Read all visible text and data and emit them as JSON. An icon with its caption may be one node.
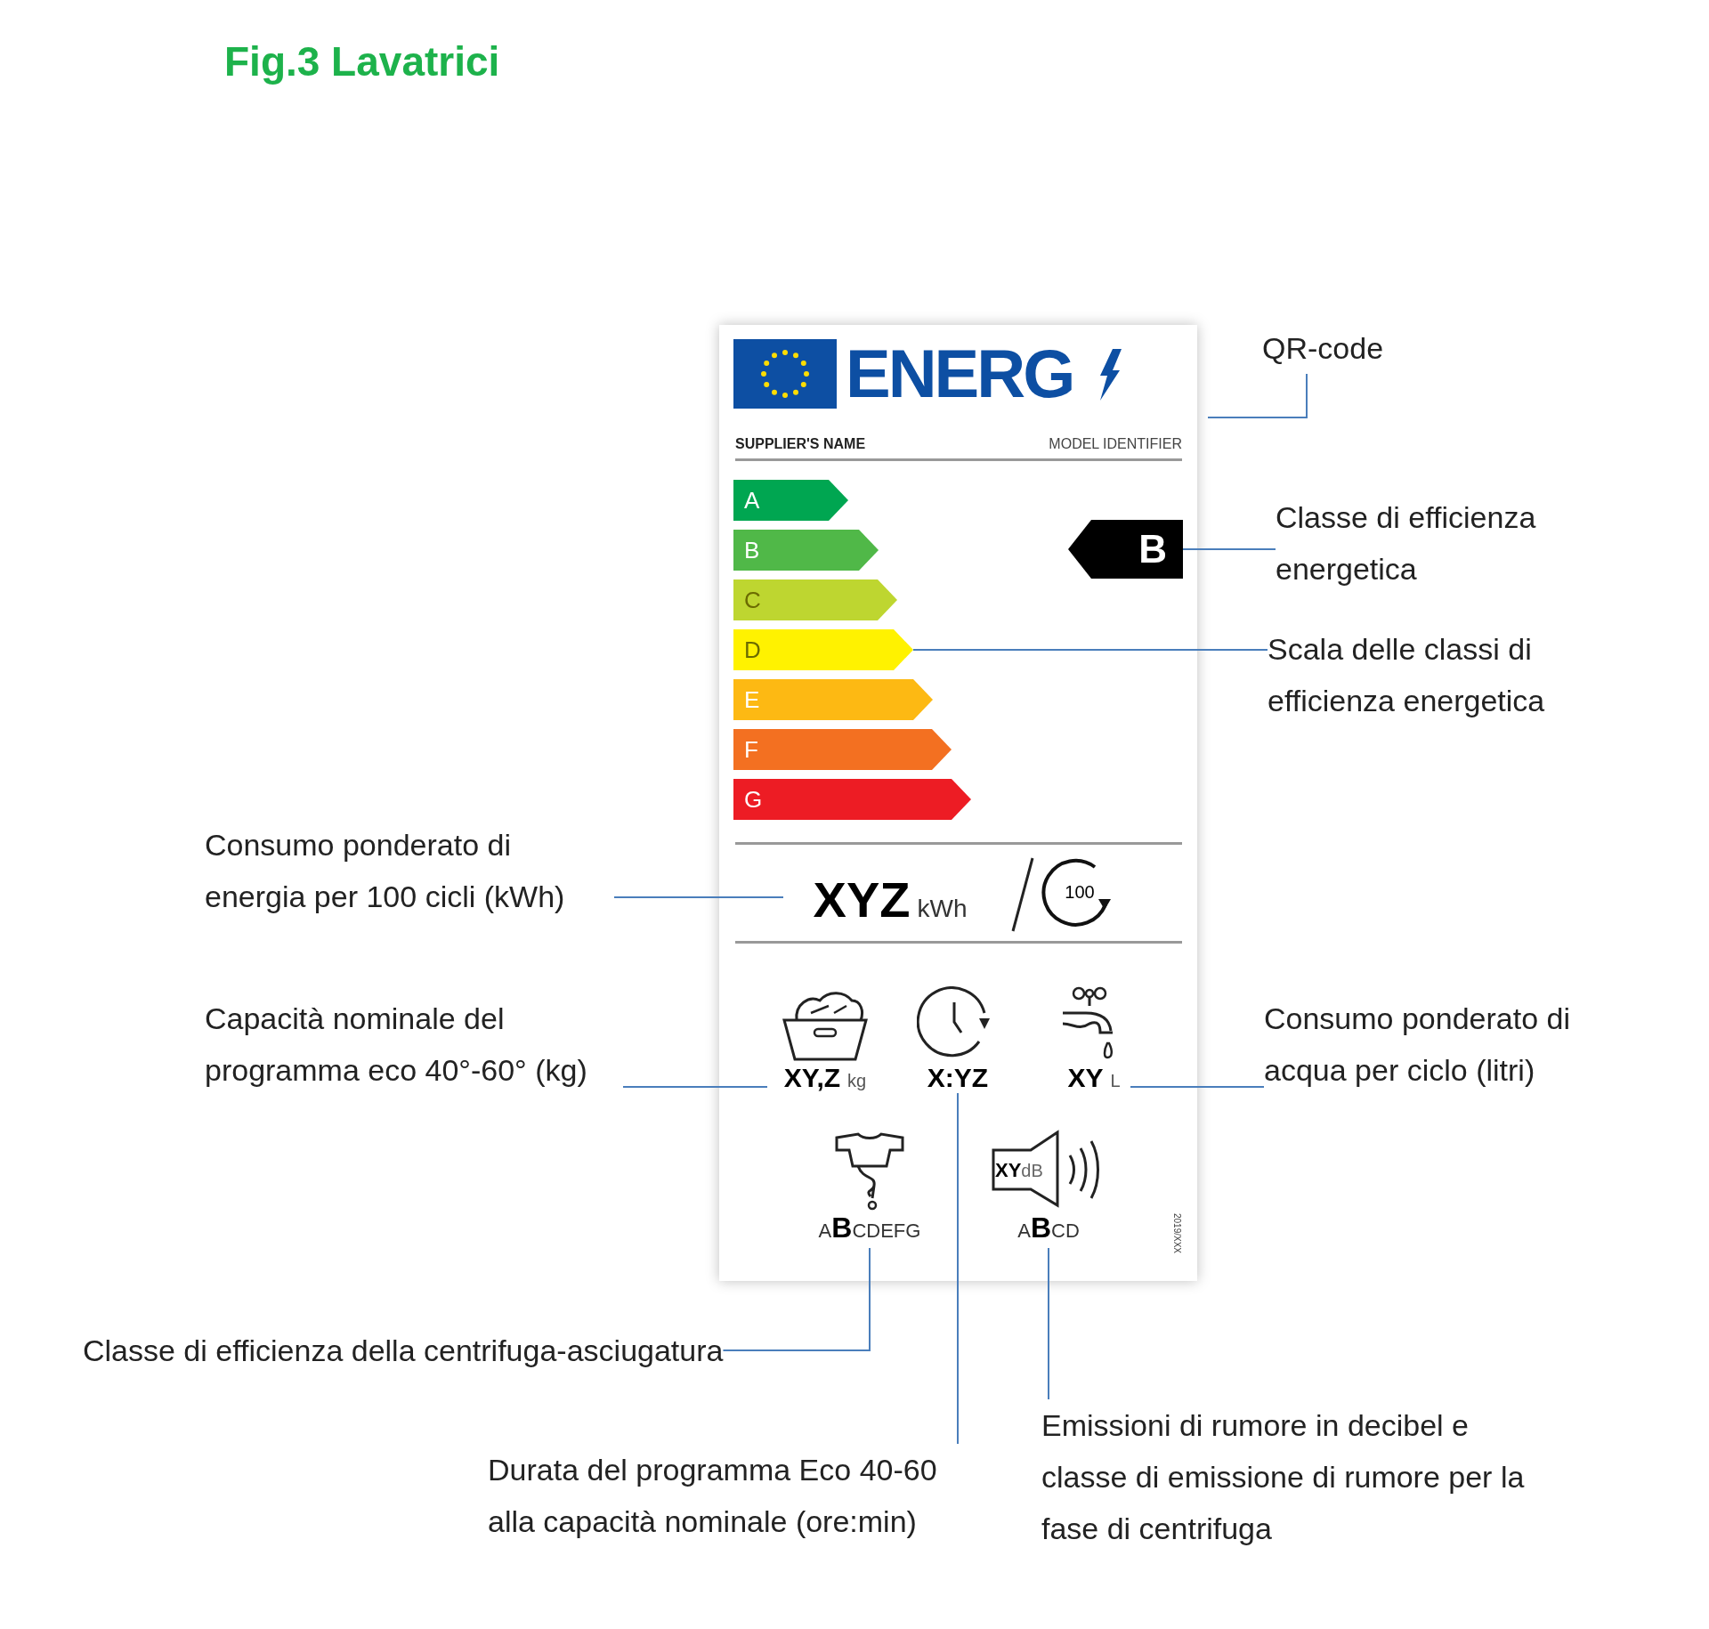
{
  "diagram": {
    "title": "Fig.3 Lavatrici",
    "nodes": [
      {
        "text": [
          "QR-code"
        ]
      },
      {
        "text": [
          "Classe di efficienza energetica"
        ]
      },
      {
        "text": [
          "B"
        ]
      },
      {
        "text": [
          "Scala delle classi di efficienza energetica"
        ]
      },
      {
        "text": [
          "A"
        ]
      },
      {
        "text": [
          "B"
        ]
      },
      {
        "text": [
          "C"
        ]
      },
      {
        "text": [
          "D"
        ]
      },
      {
        "text": [
          "E"
        ]
      },
      {
        "text": [
          "F"
        ]
      },
      {
        "text": [
          "G"
        ]
      },
      {
        "text": [
          "Consumo ponderato di energia per 100 cicli (kWh)"
        ]
      },
      {
        "text": [
          "XYZ",
          "kWh"
        ]
      },
      {
        "text": [
          "Capacità nominale del programma eco 40°-60° (kg)"
        ]
      },
      {
        "text": [
          "XY,Z",
          "kg"
        ]
      },
      {
        "text": [
          "X:YZ"
        ]
      },
      {
        "text": [
          "XY",
          "L"
        ]
      },
      {
        "text": [
          "Consumo ponderato di acqua per ciclo (litri)"
        ]
      },
      {
        "text": [
          "A**B**CDEFG"
        ]
      },
      {
        "text": [
          "A**B**CD"
        ]
      },
      {
        "text": [
          "Classe di efficienza della centrifuga-asciugatura"
        ]
      },
      {
        "text": [
          "Durata del programma Eco 40-60 alla capacità nominale (ore:min)"
        ]
      },
      {
        "text": [
          "Emissioni di rumore in decibel e classe di emissione di rumore per la fase di centrifuga"
        ]
      }
    ],
    "edges": [
      {
        "from": 0,
        "to": null,
        "arrow": "none"
      },
      {
        "from": 1,
        "to": 2,
        "arrow": "none"
      },
      {
        "from": 3,
        "to": 7,
        "arrow": "none"
      },
      {
        "from": 11,
        "to": 12,
        "arrow": "none"
      },
      {
        "from": 13,
        "to": 14,
        "arrow": "none"
      },
      {
        "from": 17,
        "to": 16,
        "arrow": "none"
      },
      {
        "from": 20,
        "to": 18,
        "arrow": "none"
      },
      {
        "from": 21,
        "to": 15,
        "arrow": "none"
      },
      {
        "from": 22,
        "to": 19,
        "arrow": "none"
      }
    ],
    "labels": [
      "ENERG",
      "SUPPLIER'S NAME",
      "MODEL IDENTIFIER",
      "100",
      "**XY**dB",
      "2019/XXX"
    ]
  }
}
